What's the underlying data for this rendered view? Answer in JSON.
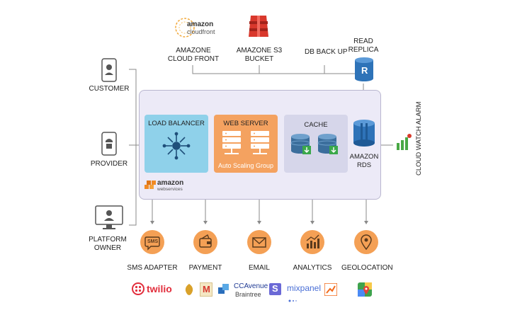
{
  "top": {
    "cloudfront_logo_line1": "amazon",
    "cloudfront_logo_line2": "cloudfront",
    "cloudfront_label": "AMAZONE CLOUD FRONT",
    "s3_label": "AMAZONE S3 BUCKET",
    "db_backup_label": "DB BACK UP",
    "read_replica_label": "READ REPLICA",
    "replica_letter": "R"
  },
  "left": {
    "customer_label": "CUSTOMER",
    "provider_label": "PROVIDER",
    "platform_owner_label": "PLATFORM OWNER"
  },
  "aws": {
    "load_balancer_label": "LOAD BALANCER",
    "web_server_label": "WEB SERVER",
    "auto_scaling_label": "Auto Scaling Group",
    "cache_label": "CACHE",
    "rds_label": "AMAZON RDS",
    "aws_logo_line1": "amazon",
    "aws_logo_line2": "webservices"
  },
  "right": {
    "cloudwatch_label": "CLOUD WATCH ALARM"
  },
  "services": {
    "sms_icon_text": "SMS",
    "sms_label": "SMS ADAPTER",
    "payment_label": "PAYMENT",
    "email_label": "EMAIL",
    "analytics_label": "ANALYTICS",
    "geolocation_label": "GEOLOCATION"
  },
  "logos": {
    "twilio": "twilio",
    "ccavenue": "CCAvenue",
    "braintree": "Braintree",
    "stripe_letter": "S",
    "mixpanel": "mixpanel",
    "mailchimp_letter": "M"
  },
  "colors": {
    "load_balancer": "#8fd1ea",
    "web_server": "#f4a260",
    "cache": "#d6d6ea",
    "aws_panel": "#eceaf7",
    "service_circle": "#f4a055",
    "rds": "#2e73b8",
    "s3": "#d9382c"
  }
}
